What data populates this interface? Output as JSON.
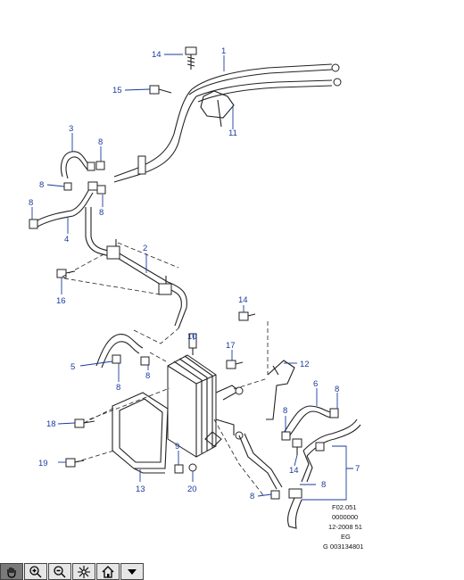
{
  "diagram": {
    "callouts": {
      "c1": "1",
      "c2": "2",
      "c3": "3",
      "c4": "4",
      "c5": "5",
      "c6": "6",
      "c7": "7",
      "c8a": "8",
      "c8b": "8",
      "c8c": "8",
      "c8d": "8",
      "c8e": "8",
      "c8f": "8",
      "c8g": "8",
      "c8h": "8",
      "c8i": "8",
      "c8j": "8",
      "c9": "9",
      "c10": "10",
      "c11": "11",
      "c12": "12",
      "c13": "13",
      "c14a": "14",
      "c14b": "14",
      "c14c": "14",
      "c15": "15",
      "c16": "16",
      "c17": "17",
      "c18": "18",
      "c19": "19",
      "c20": "20"
    },
    "info_block": [
      "F02.051",
      "0000000",
      "12-2008 51",
      "EG",
      "G 003134801"
    ]
  },
  "toolbar": {
    "buttons": [
      {
        "name": "pan-button",
        "icon": "hand-icon",
        "active": true
      },
      {
        "name": "zoom-in-button",
        "icon": "zoom-in-icon",
        "active": false
      },
      {
        "name": "zoom-out-button",
        "icon": "zoom-out-icon",
        "active": false
      },
      {
        "name": "fit-button",
        "icon": "crosshair-icon",
        "active": false
      },
      {
        "name": "home-button",
        "icon": "home-icon",
        "active": false
      },
      {
        "name": "menu-button",
        "icon": "triangle-down-icon",
        "active": false
      }
    ]
  }
}
